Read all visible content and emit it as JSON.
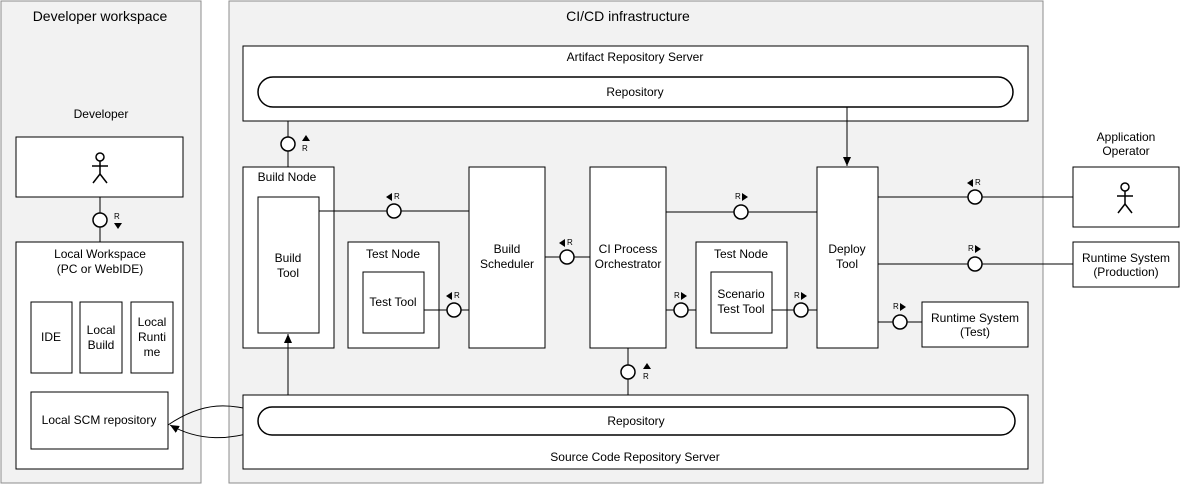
{
  "areas": {
    "developer_workspace": "Developer workspace",
    "cicd_infrastructure": "CI/CD infrastructure"
  },
  "developer": {
    "title": "Developer",
    "local_workspace": [
      "Local Workspace",
      "(PC or WebIDE)"
    ],
    "ide": "IDE",
    "local_build": [
      "Local",
      "Build"
    ],
    "local_runtime": [
      "Local",
      "Runti",
      "me"
    ],
    "local_scm": "Local SCM repository"
  },
  "artifact_server": {
    "title": "Artifact Repository Server",
    "repository": "Repository"
  },
  "source_server": {
    "title": "Source Code Repository Server",
    "repository": "Repository"
  },
  "build_node": {
    "title": "Build Node",
    "tool": [
      "Build",
      "Tool"
    ]
  },
  "test_node_1": {
    "title": "Test Node",
    "tool": "Test Tool"
  },
  "build_scheduler": [
    "Build",
    "Scheduler"
  ],
  "ci_orchestrator": [
    "CI Process",
    "Orchestrator"
  ],
  "test_node_2": {
    "title": "Test Node",
    "tool": [
      "Scenario",
      "Test Tool"
    ]
  },
  "deploy_tool": [
    "Deploy",
    "Tool"
  ],
  "application_operator": [
    "Application",
    "Operator"
  ],
  "runtime_production": [
    "Runtime System",
    "(Production)"
  ],
  "runtime_test": [
    "Runtime System",
    "(Test)"
  ],
  "port_label": "R"
}
